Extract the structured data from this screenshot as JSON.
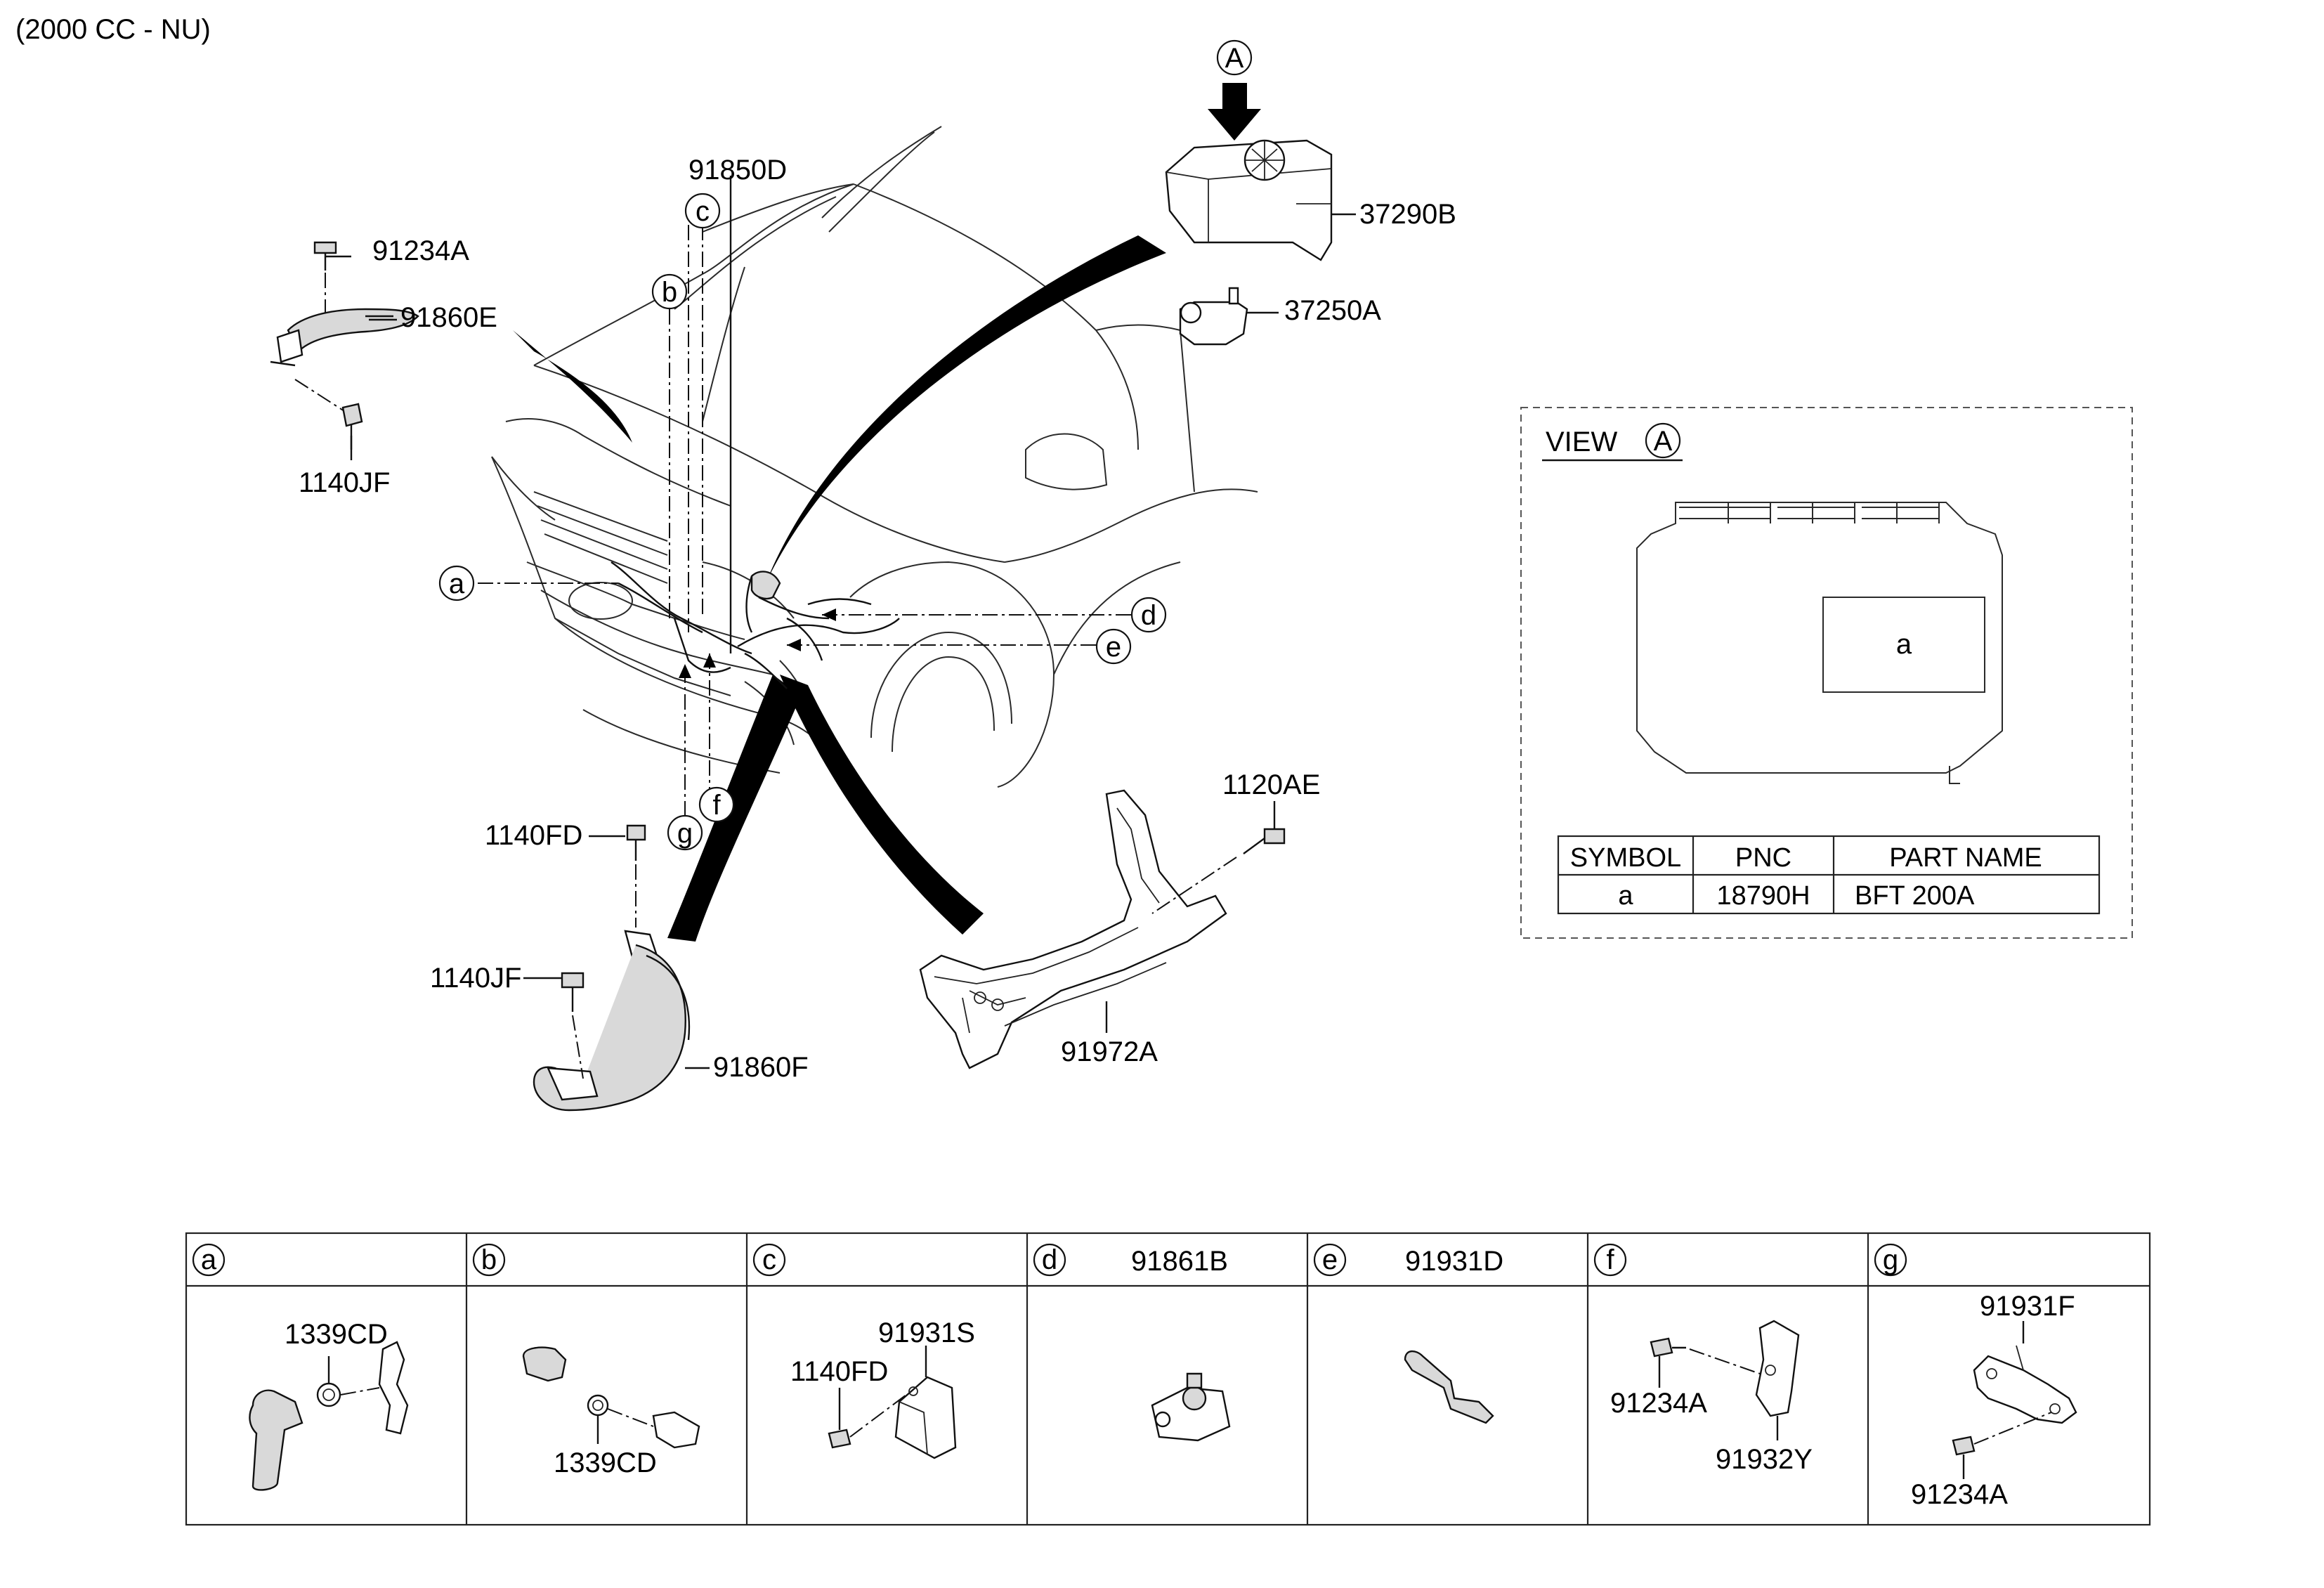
{
  "header": {
    "engine_note": "(2000 CC - NU)"
  },
  "main_callouts": {
    "a": "a",
    "b": "b",
    "c": "c",
    "d": "d",
    "e": "e",
    "f": "f",
    "g": "g",
    "A": "A"
  },
  "parts": {
    "p91850D": "91850D",
    "p91234A": "91234A",
    "p91860E": "91860E",
    "p1140JF_top": "1140JF",
    "p37290B": "37290B",
    "p37250A": "37250A",
    "p1120AE": "1120AE",
    "p1140FD": "1140FD",
    "p1140JF_bottom": "1140JF",
    "p91860F": "91860F",
    "p91972A": "91972A"
  },
  "view": {
    "title": "VIEW",
    "ref": "A",
    "symbol_in_box": "a",
    "table": {
      "headers": [
        "SYMBOL",
        "PNC",
        "PART NAME"
      ],
      "rows": [
        [
          "a",
          "18790H",
          "BFT 200A"
        ]
      ]
    }
  },
  "detail_table": {
    "cells": [
      {
        "letter": "a",
        "header_part": "",
        "parts": [
          "1339CD"
        ]
      },
      {
        "letter": "b",
        "header_part": "",
        "parts": [
          "1339CD"
        ]
      },
      {
        "letter": "c",
        "header_part": "",
        "parts": [
          "91931S",
          "1140FD"
        ]
      },
      {
        "letter": "d",
        "header_part": "91861B",
        "parts": []
      },
      {
        "letter": "e",
        "header_part": "91931D",
        "parts": []
      },
      {
        "letter": "f",
        "header_part": "",
        "parts": [
          "91234A",
          "91932Y"
        ]
      },
      {
        "letter": "g",
        "header_part": "",
        "parts": [
          "91931F",
          "91234A"
        ]
      }
    ]
  }
}
